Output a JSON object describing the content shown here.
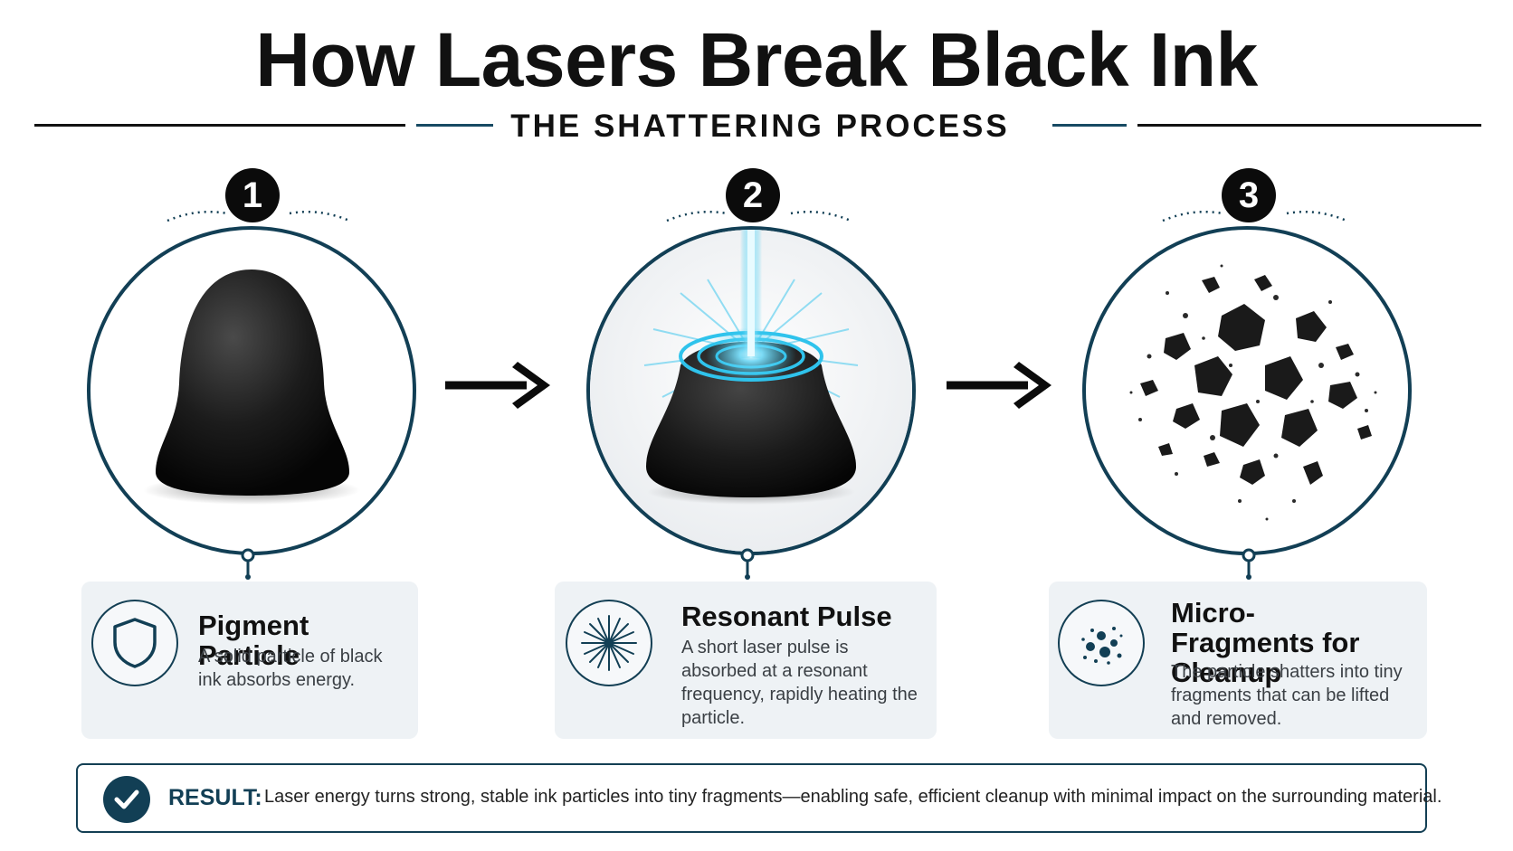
{
  "header": {
    "title": "How Lasers Break Black Ink",
    "subtitle": "THE SHATTERING PROCESS"
  },
  "steps": [
    {
      "number": "1",
      "title": "Pigment Particle",
      "description": "A solid particle of black ink absorbs energy.",
      "icon": "shield-icon"
    },
    {
      "number": "2",
      "title": "Resonant Pulse",
      "description": "A short laser pulse is absorbed at a resonant frequency, rapidly heating the particle.",
      "icon": "burst-icon"
    },
    {
      "number": "3",
      "title": "Micro-Fragments for Cleanup",
      "description": "The particle shatters into tiny fragments that can be lifted and removed.",
      "icon": "particles-icon"
    }
  ],
  "result": {
    "label": "RESULT:",
    "text": "Laser energy turns strong, stable ink particles into tiny fragments—enabling safe, efficient cleanup with minimal impact on the surrounding material.",
    "icon": "check-icon"
  },
  "colors": {
    "accent": "#123f55",
    "laser": "#2fc3ec",
    "card_bg": "#eef2f5",
    "ink": "#0b0b0b"
  }
}
